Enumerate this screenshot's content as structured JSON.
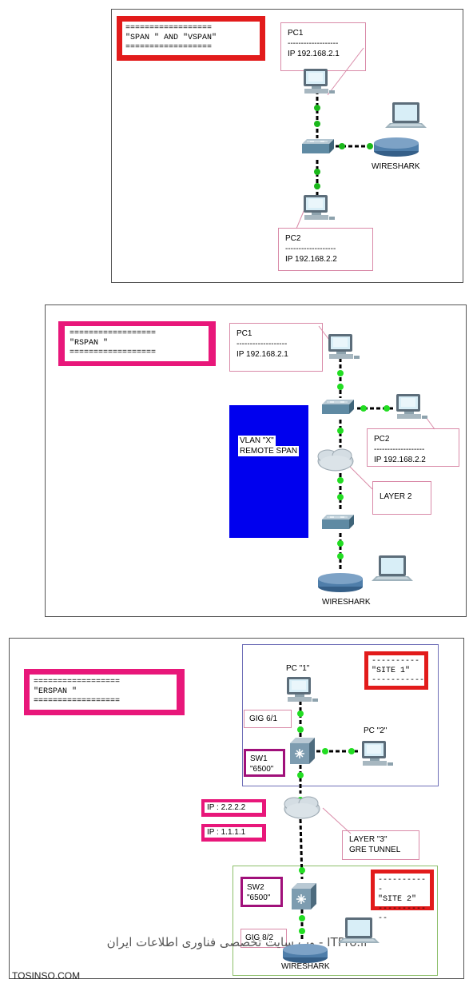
{
  "diagram1": {
    "title_lines": [
      "==================",
      "\"SPAN \"  AND \"VSPAN\"",
      "=================="
    ],
    "pc1": {
      "name": "PC1",
      "sep": "-------------------",
      "ip": "IP 192.168.2.1"
    },
    "pc2": {
      "name": "PC2",
      "sep": "-------------------",
      "ip": "IP 192.168.2.2"
    },
    "wireshark": "WIRESHARK"
  },
  "diagram2": {
    "title_lines": [
      "==================",
      "\"RSPAN \"",
      "=================="
    ],
    "pc1": {
      "name": "PC1",
      "sep": "-------------------",
      "ip": "IP 192.168.2.1"
    },
    "pc2": {
      "name": "PC2",
      "sep": "-------------------",
      "ip": "IP 192.168.2.2"
    },
    "vlan_lines": [
      "VLAN \"X\"",
      "REMOTE SPAN"
    ],
    "layer2": "LAYER 2",
    "wireshark": "WIRESHARK"
  },
  "diagram3": {
    "title_lines": [
      "==================",
      "\"ERSPAN \"",
      "=================="
    ],
    "site1_lines": [
      "----------",
      "\"SITE 1\"",
      "-----------"
    ],
    "site2_lines": [
      "-----------",
      "\"SITE 2\"",
      "------------"
    ],
    "pc1": "PC \"1\"",
    "pc2": "PC \"2\"",
    "gig61": "GIG 6/1",
    "sw1_lines": [
      "SW1",
      "\"6500\""
    ],
    "ip2": "IP : 2.2.2.2",
    "ip1": "IP : 1.1.1.1",
    "layer3_lines": [
      "LAYER \"3\"",
      "GRE TUNNEL"
    ],
    "sw2_lines": [
      "SW2",
      "\"6500\""
    ],
    "gig82": "GIG 8/2",
    "wireshark": "WIRESHARK",
    "watermark": "ITPro.ir - وب سایت تخصصی فناوری اطلاعات ایران"
  },
  "footer": "TOSINSO.COM",
  "colors": {
    "link_dot": "#22dd22",
    "vlan_blue": "#0000ee",
    "title_pink": "#e8177a",
    "title_red": "#e21b1b",
    "site_border": "#6f6fb7",
    "site2_border": "#8cbf6a"
  },
  "icons": [
    "pc-icon",
    "laptop-icon",
    "switch-icon",
    "router-icon",
    "cloud-icon",
    "multilayer-switch-icon"
  ]
}
